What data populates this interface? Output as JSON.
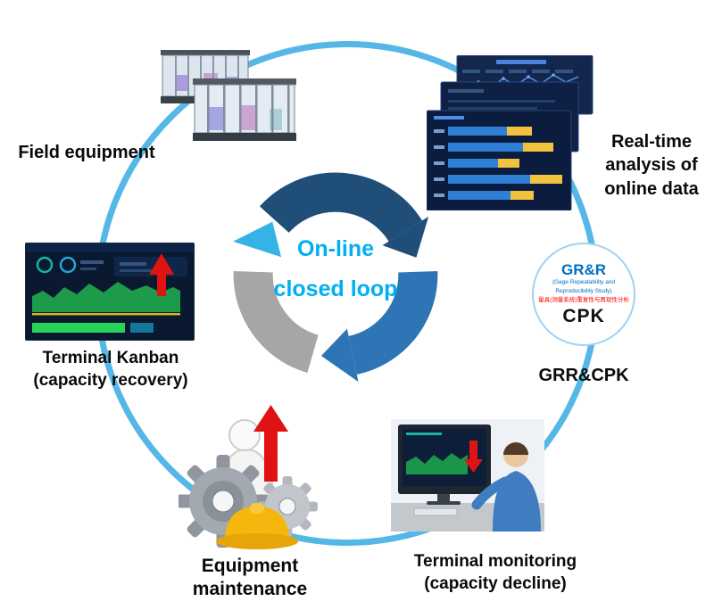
{
  "center": {
    "title_line1": "On-line",
    "title_line2": "closed loop"
  },
  "nodes": {
    "field_equipment": {
      "label": "Field equipment",
      "image": "factory-equipment-photo"
    },
    "realtime_analysis": {
      "lines": [
        "Real-time",
        "analysis of",
        "online data"
      ],
      "image": "online-data-dashboard-screens"
    },
    "grr_cpk": {
      "label": "GRR&CPK",
      "badge": {
        "title": "GR&R",
        "subtitle_line1": "(Gage Repeatability and",
        "subtitle_line2": "Reproducibility Study)",
        "chinese_label": "量具(测量系统)重复性与再现性分析",
        "cpk_label": "CPK"
      }
    },
    "terminal_monitoring": {
      "lines": [
        "Terminal monitoring",
        "(capacity decline)"
      ],
      "image": "operator-watching-monitor-photo",
      "trend_icon": "red-down-arrow"
    },
    "equipment_maintenance": {
      "lines": [
        "Equipment",
        "maintenance"
      ],
      "image": "gears-hardhat-illustration",
      "trend_icon": "red-up-arrow"
    },
    "terminal_kanban": {
      "lines": [
        "Terminal Kanban",
        "(capacity recovery)"
      ],
      "image": "kanban-dashboard-screenshot",
      "trend_icon": "red-up-arrow"
    }
  },
  "colors": {
    "cycle_circle": "#54b7e6",
    "ring_dark": "#1f4e79",
    "ring_blue": "#2e75b6",
    "ring_gray": "#a6a6a6",
    "ring_cyan": "#35b3e7",
    "center_text": "#00b0f0",
    "label_text": "#0a0a0a",
    "grr_blue": "#0070c0",
    "grr_red": "#ff0000",
    "cpk_text": "#111111",
    "arrow_red": "#e01212",
    "chart_green": "#1faa4e",
    "bar_blue": "#2f7fd6",
    "bar_yellow": "#f2c23e"
  }
}
